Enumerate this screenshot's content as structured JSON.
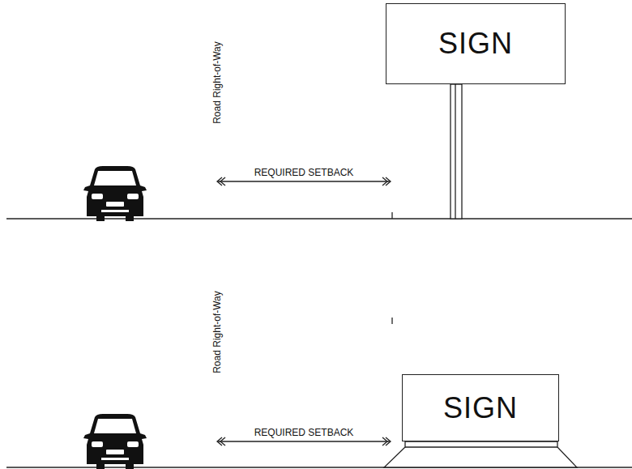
{
  "diagram": {
    "nodes": [
      {
        "text": [
          "SIGN"
        ]
      },
      {
        "text": [
          "SIGN"
        ]
      }
    ],
    "labels": [
      "Road Right-of-Way",
      "REQUIRED SETBACK",
      "Road Right-of-Way",
      "REQUIRED SETBACK"
    ]
  }
}
